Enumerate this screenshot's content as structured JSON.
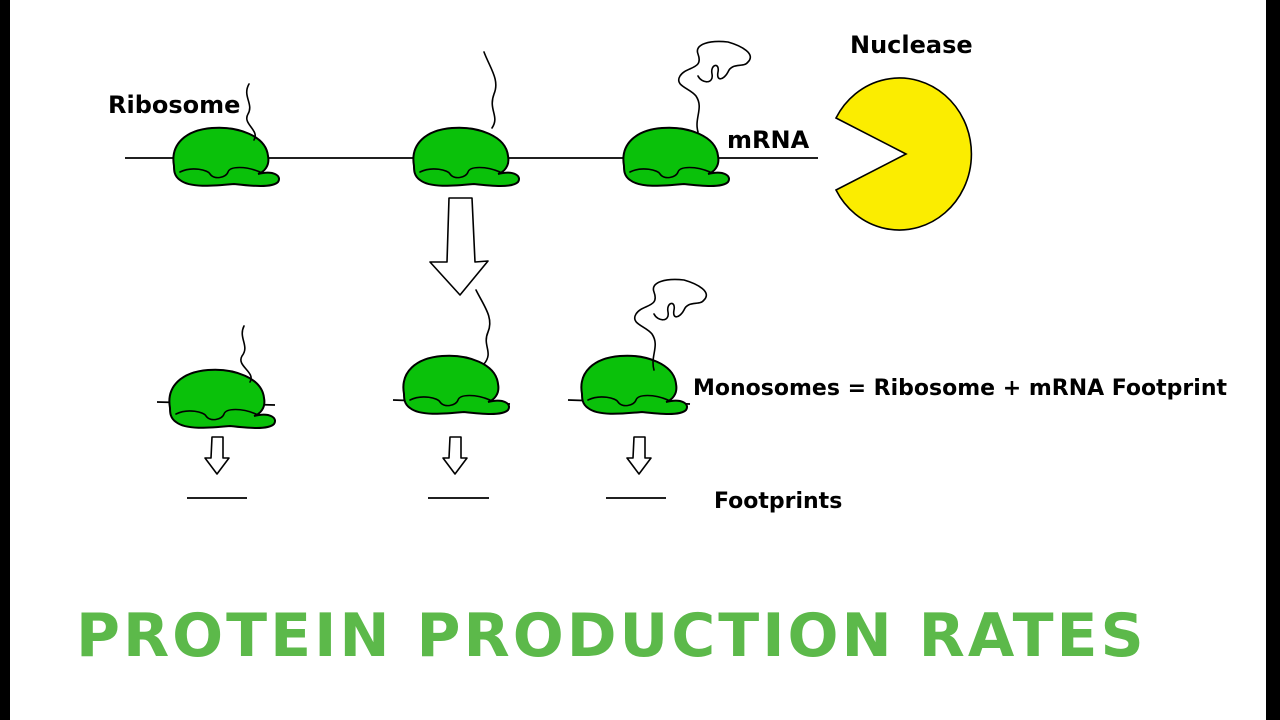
{
  "labels": {
    "ribosome": "Ribosome",
    "mrna": "mRNA",
    "nuclease": "Nuclease",
    "monosomes": "Monosomes = Ribosome + mRNA Footprint",
    "footprints": "Footprints"
  },
  "title": "PROTEIN  PRODUCTION RATES",
  "colors": {
    "ribosome": "#0ac10a",
    "nuclease": "#fbed00",
    "title": "#5cb94a",
    "background": "#ffffff"
  }
}
